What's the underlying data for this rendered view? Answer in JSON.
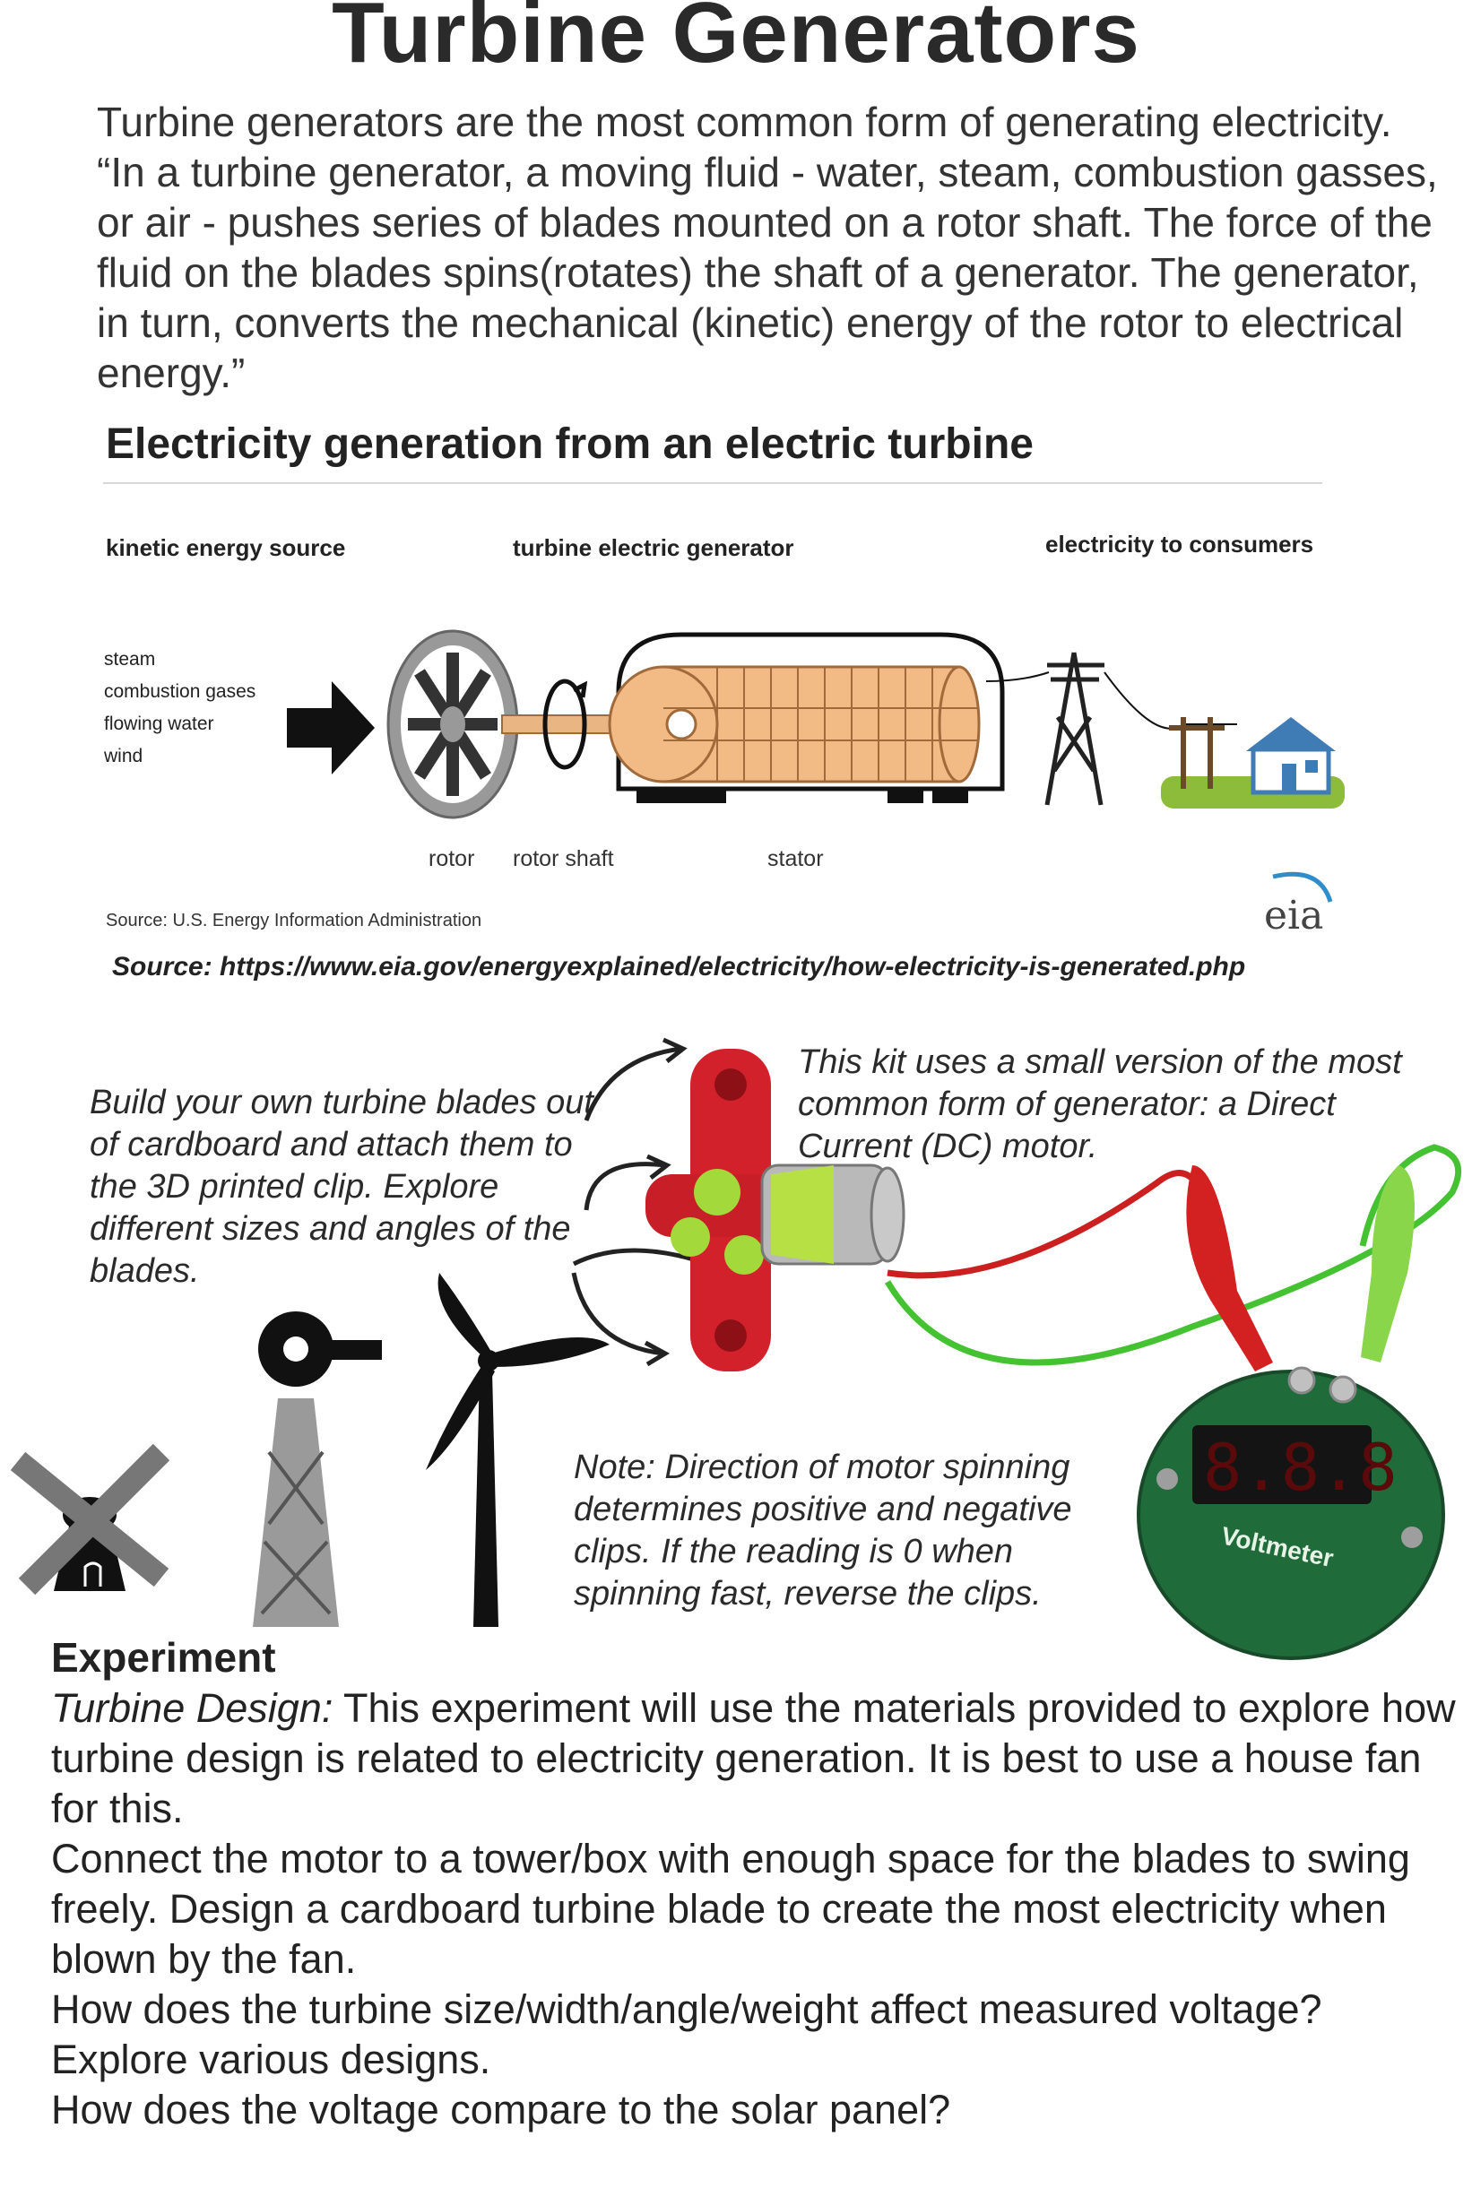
{
  "title": "Turbine Generators",
  "intro": "Turbine generators are the most common form of generating electricity.  “In a turbine generator, a moving fluid - water, steam, combustion gasses, or air - pushes  series of blades mounted on a rotor shaft.  The force of the fluid on the blades spins(rotates) the shaft of a generator.  The generator, in turn, converts the mechanical (kinetic) energy of the rotor to electrical energy.”",
  "diagram": {
    "title": "Electricity generation from an electric turbine",
    "col_kinetic": "kinetic energy source",
    "col_generator": "turbine electric generator",
    "col_consumers": "electricity to consumers",
    "sources": [
      "steam",
      "combustion gases",
      "flowing water",
      "wind"
    ],
    "label_rotor": "rotor",
    "label_shaft": "rotor shaft",
    "label_stator": "stator",
    "credit": "Source: U.S. Energy Information Administration",
    "logo_text": "eia"
  },
  "source_url": "Source: https://www.eia.gov/energyexplained/electricity/how-electricity-is-generated.php",
  "build_note": "Build your own turbine blades out of cardboard and attach them to the 3D printed clip. Explore different sizes and angles of the blades.",
  "kit_note": "This kit uses a small version of the most common form of generator: a Direct Current (DC) motor.",
  "direction_note": "Note: Direction of motor spinning determines positive and negative clips.  If the reading is 0 when spinning fast, reverse the clips.",
  "voltmeter": {
    "display": "8.8.8",
    "label": "Voltmeter"
  },
  "experiment": {
    "heading": "Experiment",
    "design_label": "Turbine Design:",
    "p1": "  This experiment will use the materials provided to explore how turbine design is related to electricity generation.  It is best to use a house fan for this.",
    "p2": "Connect the motor to a tower/box with enough space for the blades to swing freely. Design a cardboard turbine blade to create the most electricity when blown by the fan.",
    "p3": "How does the turbine size/width/angle/weight affect measured voltage?  Explore various designs.",
    "p4": "How does the voltage compare to the solar panel?"
  }
}
